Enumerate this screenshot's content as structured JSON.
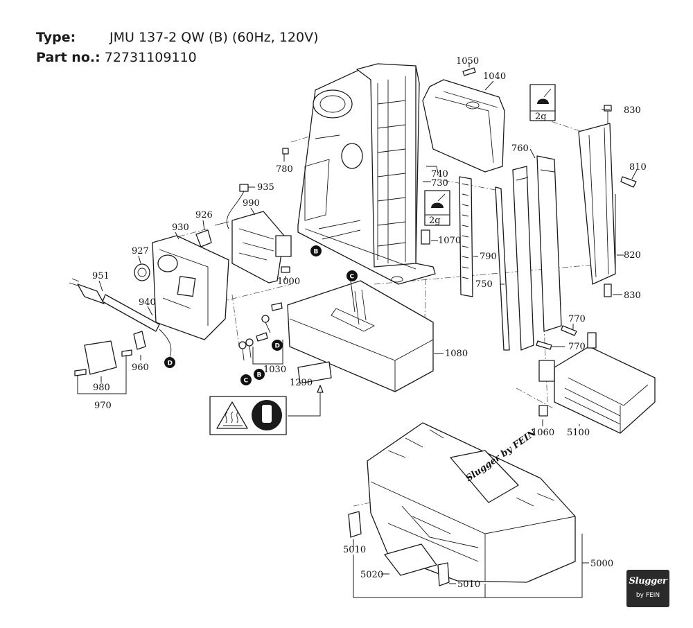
{
  "header": {
    "type_label": "Type:",
    "type_value": "JMU 137-2 QW (B) (60Hz, 120V)",
    "part_label": "Part no.:",
    "part_value": "72731109110"
  },
  "callouts": {
    "p1050": "1050",
    "p1040": "1040",
    "p830a": "830",
    "p830b": "830",
    "p810": "810",
    "p820": "820",
    "p760": "760",
    "p780": "780",
    "p740": "740",
    "p730": "730",
    "p935": "935",
    "p990": "990",
    "p926": "926",
    "p930": "930",
    "p927": "927",
    "p1070": "1070",
    "p790": "790",
    "p750": "750",
    "p770a": "770",
    "p770b": "770",
    "p1000": "1000",
    "p951": "951",
    "p940": "940",
    "p960": "960",
    "p980": "980",
    "p970": "970",
    "p1030": "1030",
    "p1290": "1290",
    "p1080": "1080",
    "p1060": "1060",
    "p5100": "5100",
    "p5010a": "5010",
    "p5010b": "5010",
    "p5020": "5020",
    "p5000": "5000"
  },
  "grease": {
    "g1": "2g",
    "g2": "2g"
  },
  "markers": {
    "B": "B",
    "C": "C",
    "D": "D"
  },
  "case_logo": "Slugger by FEIN",
  "badge": {
    "brand": "Slugger",
    "sub": "by FEIN"
  },
  "icons": [
    "hot-surface-warning-icon",
    "grease-icon",
    "brand-logo-icon"
  ]
}
